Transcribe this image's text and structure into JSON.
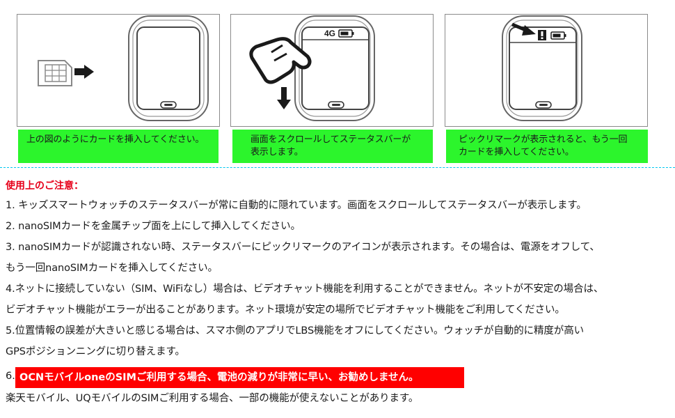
{
  "steps": [
    {
      "caption": "上の図のようにカードを挿入してください。"
    },
    {
      "caption": "画面をスクロールしてステータスバーが\n表示します。",
      "status_text": "4G"
    },
    {
      "caption": "ピックリマークが表示されると、もう一回\nカードを挿入してください。"
    }
  ],
  "notes": {
    "title": "使用上のご注意：",
    "items": [
      "1. キッズスマートウォッチのステータスバーが常に自動的に隠れています。画面をスクロールしてステータスバーが表示します。",
      "2. nanoSIMカードを金属チップ面を上にして挿入してください。",
      "3. nanoSIMカードが認識されない時、ステータスバーにピックリマークのアイコンが表示されます。その場合は、電源をオフして、",
      "もう一回nanoSIMカードを挿入してください。",
      "4.ネットに接続していない（SIM、WiFiなし）場合は、ビデオチャット機能を利用することができません。ネットが不安定の場合は、",
      "ビデオチャット機能がエラーが出ることがあります。ネット環境が安定の場所でビデオチャット機能をご利用してください。",
      "5.位置情報の誤差が大きいと感じる場合は、スマホ側のアプリでLBS機能をオフにしてください。ウォッチが自動的に精度が高い",
      "GPSポジションニングに切り替えます。"
    ],
    "warning_number": "6.",
    "warning": "OCNモバイルoneのSIMご利用する場合、電池の減りが非常に早い、お勧めしません。",
    "last": "楽天モバイル、UQモバイルのSIMご利用する場合、一部の機能が使えないことがあります。"
  },
  "colors": {
    "caption_bg": "#2cf52c",
    "warning_bg": "#ff0000",
    "title_red": "#e6001a",
    "divider": "#00c8f0"
  }
}
